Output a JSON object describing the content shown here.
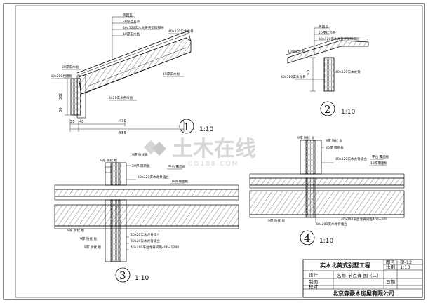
{
  "watermark": {
    "main": "土木在线",
    "sub": "CO188.COM"
  },
  "detail1": {
    "number": "1",
    "scale": "1:10",
    "notes": [
      "英国瓦",
      "20厚挂瓦条",
      "40x120实木龙骨夹塑料隔层",
      "10厚实木板",
      "40x120实木龙骨",
      "20厚实木板",
      "30x200挡雨板",
      "4x20实木条纹板",
      "15厚实木板"
    ],
    "dims": {
      "d300": "300",
      "d30": "30",
      "d40": "40",
      "d430": "430",
      "d555": "555",
      "d35": "35"
    }
  },
  "detail2": {
    "number": "2",
    "scale": "1:10",
    "notes": [
      "英国瓦",
      "20厚挂瓦条",
      "40x120实木龙骨夹塑料隔层",
      "10厚实木板",
      "40x160实木龙骨",
      "40x120实木龙骨"
    ],
    "dims": {
      "d160": "160"
    }
  },
  "detail3": {
    "number": "3",
    "scale": "1:10",
    "notes_top": [
      "9厚 防扰 板",
      "9厚 防扰板",
      "20厚 隔断板"
    ],
    "notes_right": [
      "平台 覆面板",
      "40x120实木龙骨墙立",
      "18厚覆面板"
    ],
    "notes_bottom": [
      "9厚 防扰 板",
      "40x20实木龙骨墙立",
      "40x20实木龙骨墙立",
      "40x200平台龙骨间距400~1200",
      "9厚 防扰 板",
      "9厚 防扰 板"
    ]
  },
  "detail4": {
    "number": "4",
    "scale": "1:10",
    "notes_top": [
      "9厚 防扰 板",
      "9厚 防扰 板",
      "20厚 隔断板"
    ],
    "notes_right": [
      "平台 覆面板",
      "40x120实木龙骨墙立",
      "18厚覆面板"
    ],
    "notes_bottom": [
      "9厚 防扰 板",
      "40x200实木龙骨墙立",
      "40x200平台龙骨间距400~600"
    ]
  },
  "title_block": {
    "project": "实木北美式别墅工程",
    "label_design": "设计",
    "label_draw": "制图",
    "label_check": "校对",
    "label_name": "名称",
    "drawing_name": "节点详 图（二）",
    "label_sheet": "图号",
    "sheet_no": "建-12",
    "label_scale": "比例",
    "scale_val": "1:10",
    "label_date": "日期",
    "company": "北京森豪木房屋有限公司"
  }
}
